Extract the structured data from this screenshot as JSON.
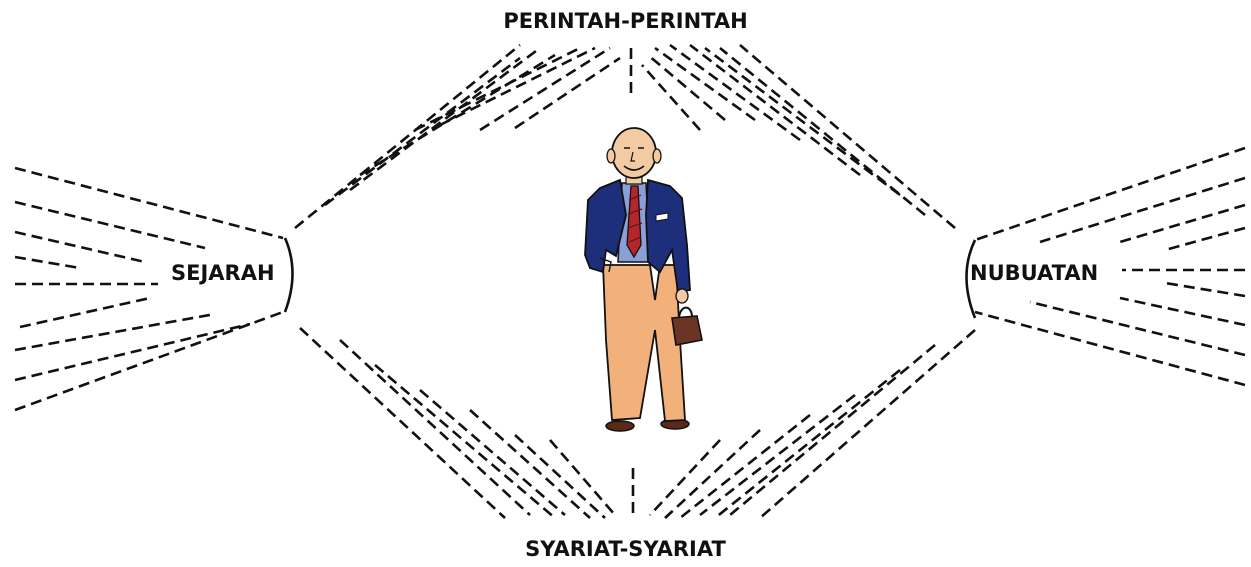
{
  "labels": {
    "top": "PERINTAH-PERINTAH",
    "bottom": "SYARIAT-SYARIAT",
    "left": "SEJARAH",
    "right": "NUBUATAN"
  },
  "figure": {
    "icon": "man-with-briefcase-icon",
    "colors": {
      "jacket": "#1d2f7a",
      "shirt": "#8a9fd6",
      "tie": "#b3262c",
      "trousers": "#f2b07a",
      "skin": "#f3cba2",
      "briefcase": "#6b3424",
      "shoes": "#5a2a18"
    }
  },
  "line_color": "#111111"
}
